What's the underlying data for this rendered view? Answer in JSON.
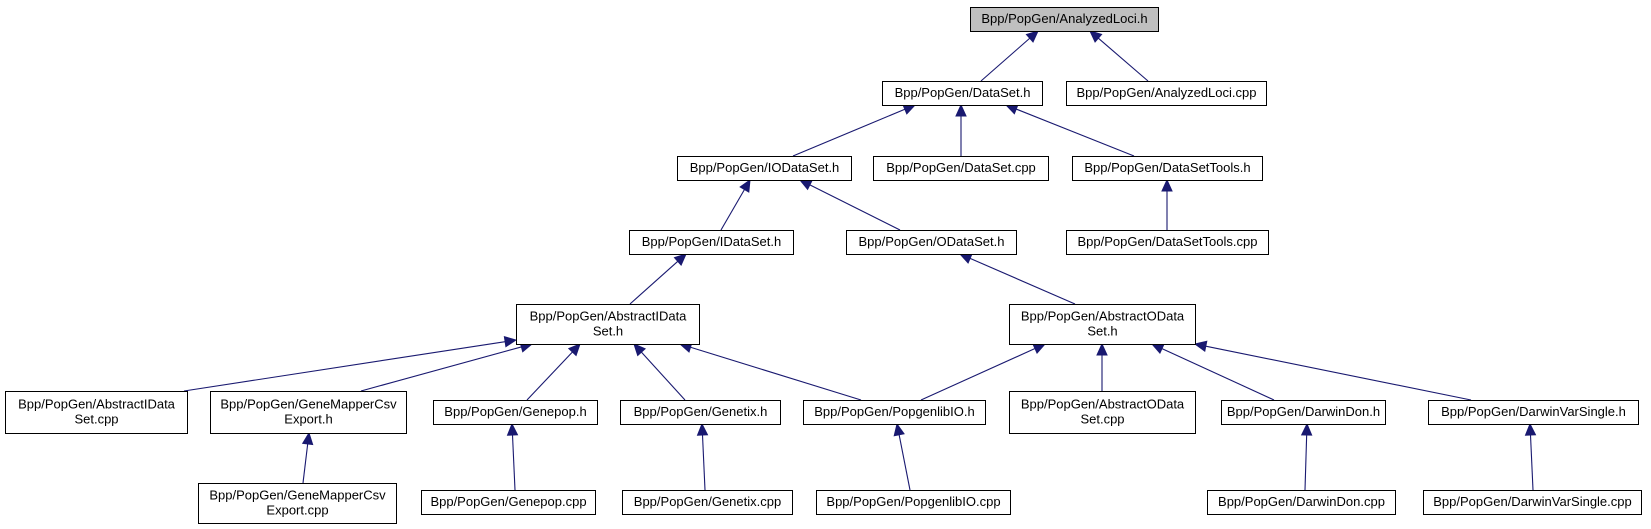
{
  "graph": {
    "root": "AnalyzedLoci_h",
    "colors": {
      "edge": "#191970",
      "node_border": "#000000",
      "root_fill": "#bfbfbf",
      "node_fill": "#ffffff"
    },
    "nodes": [
      {
        "id": "AnalyzedLoci_h",
        "lines": [
          "Bpp/PopGen/AnalyzedLoci.h"
        ]
      },
      {
        "id": "DataSet_h",
        "lines": [
          "Bpp/PopGen/DataSet.h"
        ]
      },
      {
        "id": "AnalyzedLoci_cpp",
        "lines": [
          "Bpp/PopGen/AnalyzedLoci.cpp"
        ]
      },
      {
        "id": "IODataSet_h",
        "lines": [
          "Bpp/PopGen/IODataSet.h"
        ]
      },
      {
        "id": "DataSet_cpp",
        "lines": [
          "Bpp/PopGen/DataSet.cpp"
        ]
      },
      {
        "id": "DataSetTools_h",
        "lines": [
          "Bpp/PopGen/DataSetTools.h"
        ]
      },
      {
        "id": "IDataSet_h",
        "lines": [
          "Bpp/PopGen/IDataSet.h"
        ]
      },
      {
        "id": "ODataSet_h",
        "lines": [
          "Bpp/PopGen/ODataSet.h"
        ]
      },
      {
        "id": "DataSetTools_cpp",
        "lines": [
          "Bpp/PopGen/DataSetTools.cpp"
        ]
      },
      {
        "id": "AbstractIDataSet_h",
        "lines": [
          "Bpp/PopGen/AbstractIData",
          "Set.h"
        ]
      },
      {
        "id": "AbstractODataSet_h",
        "lines": [
          "Bpp/PopGen/AbstractOData",
          "Set.h"
        ]
      },
      {
        "id": "AbstractIDataSet_cpp",
        "lines": [
          "Bpp/PopGen/AbstractIData",
          "Set.cpp"
        ]
      },
      {
        "id": "GeneMapperCsvExport_h",
        "lines": [
          "Bpp/PopGen/GeneMapperCsv",
          "Export.h"
        ]
      },
      {
        "id": "Genepop_h",
        "lines": [
          "Bpp/PopGen/Genepop.h"
        ]
      },
      {
        "id": "Genetix_h",
        "lines": [
          "Bpp/PopGen/Genetix.h"
        ]
      },
      {
        "id": "PopgenlibIO_h",
        "lines": [
          "Bpp/PopGen/PopgenlibIO.h"
        ]
      },
      {
        "id": "AbstractODataSet_cpp",
        "lines": [
          "Bpp/PopGen/AbstractOData",
          "Set.cpp"
        ]
      },
      {
        "id": "DarwinDon_h",
        "lines": [
          "Bpp/PopGen/DarwinDon.h"
        ]
      },
      {
        "id": "DarwinVarSingle_h",
        "lines": [
          "Bpp/PopGen/DarwinVarSingle.h"
        ]
      },
      {
        "id": "GeneMapperCsvExport_cpp",
        "lines": [
          "Bpp/PopGen/GeneMapperCsv",
          "Export.cpp"
        ]
      },
      {
        "id": "Genepop_cpp",
        "lines": [
          "Bpp/PopGen/Genepop.cpp"
        ]
      },
      {
        "id": "Genetix_cpp",
        "lines": [
          "Bpp/PopGen/Genetix.cpp"
        ]
      },
      {
        "id": "PopgenlibIO_cpp",
        "lines": [
          "Bpp/PopGen/PopgenlibIO.cpp"
        ]
      },
      {
        "id": "DarwinDon_cpp",
        "lines": [
          "Bpp/PopGen/DarwinDon.cpp"
        ]
      },
      {
        "id": "DarwinVarSingle_cpp",
        "lines": [
          "Bpp/PopGen/DarwinVarSingle.cpp"
        ]
      }
    ],
    "edges": [
      {
        "from": "DataSet_h",
        "to": "AnalyzedLoci_h"
      },
      {
        "from": "AnalyzedLoci_cpp",
        "to": "AnalyzedLoci_h"
      },
      {
        "from": "IODataSet_h",
        "to": "DataSet_h"
      },
      {
        "from": "DataSet_cpp",
        "to": "DataSet_h"
      },
      {
        "from": "DataSetTools_h",
        "to": "DataSet_h"
      },
      {
        "from": "IDataSet_h",
        "to": "IODataSet_h"
      },
      {
        "from": "ODataSet_h",
        "to": "IODataSet_h"
      },
      {
        "from": "DataSetTools_cpp",
        "to": "DataSetTools_h"
      },
      {
        "from": "AbstractIDataSet_h",
        "to": "IDataSet_h"
      },
      {
        "from": "AbstractODataSet_h",
        "to": "ODataSet_h"
      },
      {
        "from": "AbstractIDataSet_cpp",
        "to": "AbstractIDataSet_h"
      },
      {
        "from": "GeneMapperCsvExport_h",
        "to": "AbstractIDataSet_h"
      },
      {
        "from": "Genepop_h",
        "to": "AbstractIDataSet_h"
      },
      {
        "from": "Genetix_h",
        "to": "AbstractIDataSet_h"
      },
      {
        "from": "PopgenlibIO_h",
        "to": "AbstractIDataSet_h"
      },
      {
        "from": "PopgenlibIO_h",
        "to": "AbstractODataSet_h"
      },
      {
        "from": "AbstractODataSet_cpp",
        "to": "AbstractODataSet_h"
      },
      {
        "from": "DarwinDon_h",
        "to": "AbstractODataSet_h"
      },
      {
        "from": "DarwinVarSingle_h",
        "to": "AbstractODataSet_h"
      },
      {
        "from": "GeneMapperCsvExport_cpp",
        "to": "GeneMapperCsvExport_h"
      },
      {
        "from": "Genepop_cpp",
        "to": "Genepop_h"
      },
      {
        "from": "Genetix_cpp",
        "to": "Genetix_h"
      },
      {
        "from": "PopgenlibIO_cpp",
        "to": "PopgenlibIO_h"
      },
      {
        "from": "DarwinDon_cpp",
        "to": "DarwinDon_h"
      },
      {
        "from": "DarwinVarSingle_cpp",
        "to": "DarwinVarSingle_h"
      }
    ]
  }
}
